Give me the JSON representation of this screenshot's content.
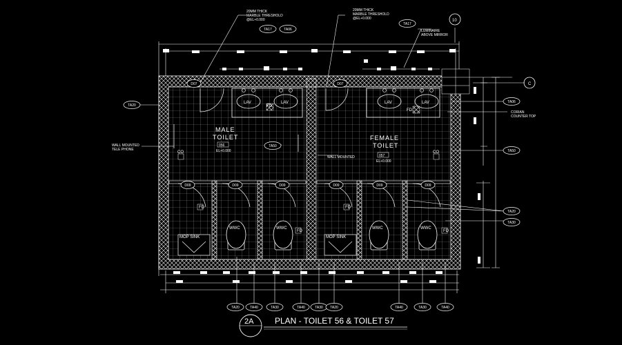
{
  "drawing": {
    "title": "PLAN - TOILET 56 & TOILET 57",
    "sheet_ref": "2A",
    "grid_tag_top": "10",
    "grid_tag_right": "C"
  },
  "notes": {
    "threshold_left": [
      "20MM THICK",
      "MARBLE THRESHOLD",
      "@EL+0.000"
    ],
    "threshold_right": [
      "20MM THICK",
      "MARBLE THRESHOLD",
      "@EL+0.000"
    ],
    "luminaire": [
      "LUMINAIRE",
      "ABOVE MIRROR"
    ],
    "corian": [
      "CORIAN",
      "COUNTER TOP"
    ],
    "wall_phone": [
      "WALL MOUNTED",
      "TELE PHONE"
    ],
    "wall_mounted": [
      "WALL MOUNTED"
    ]
  },
  "rooms": {
    "male": [
      "MALE",
      "TOILET"
    ],
    "female": [
      "FEMALE",
      "TOILET"
    ],
    "room_no_male": "056",
    "room_no_female": "057",
    "level": "EL+0.000"
  },
  "fixtures": {
    "lav": "LAV",
    "wwc": "WWC",
    "mop_sink": "MOP SINK",
    "fd": "FD",
    "co": "CO"
  },
  "door_tags": [
    "D07",
    "D07",
    "D09",
    "D09",
    "D09",
    "D09",
    "D09",
    "D09"
  ],
  "top_callouts": [
    "TA17",
    "TA06",
    "TA17"
  ],
  "right_callouts": [
    "TA06",
    "TA50",
    "TA20",
    "TA30"
  ],
  "left_callouts": [
    "TA20"
  ],
  "mid_callouts": [
    "TA50"
  ],
  "bottom_callouts": [
    "TA20",
    "TA40",
    "TA30",
    "TA40",
    "TA30",
    "TA20",
    "TA40",
    "TA30",
    "TA40"
  ]
}
